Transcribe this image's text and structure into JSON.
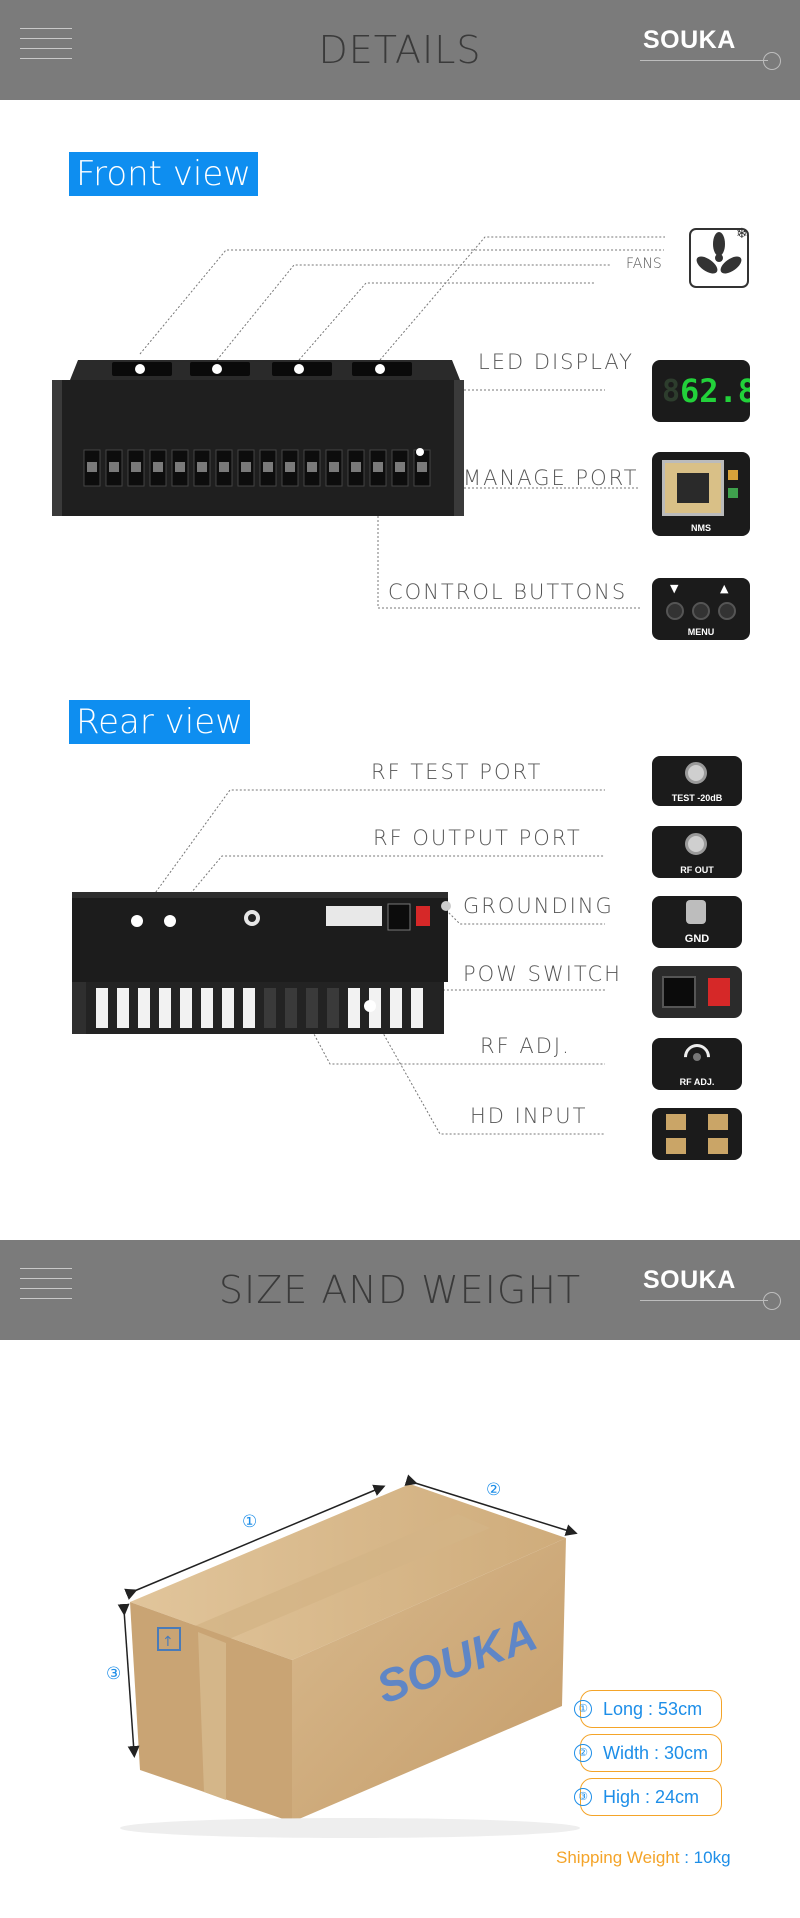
{
  "details_banner": {
    "title": "DETAILS",
    "brand": "SOUKA"
  },
  "front_view": {
    "tag": "Front view",
    "labels": {
      "fans": "FANS",
      "led_display": "LED DISPLAY",
      "manage_port": "MANAGE PORT",
      "control_buttons": "CONTROL BUTTONS"
    },
    "led_value": "62.8",
    "nms_caption": "NMS",
    "menu_caption": "MENU"
  },
  "rear_view": {
    "tag": "Rear view",
    "labels": {
      "rf_test_port": "RF TEST PORT",
      "rf_output_port": "RF OUTPUT PORT",
      "grounding": "GROUNDING",
      "pow_switch": "POW SWITCH",
      "rf_adj": "RF ADJ.",
      "hd_input": "HD INPUT"
    },
    "captions": {
      "test": "TEST -20dB",
      "rf_out": "RF OUT",
      "gnd": "GND",
      "rf_adj": "RF ADJ."
    }
  },
  "size_banner": {
    "title": "SIZE AND WEIGHT",
    "brand": "SOUKA"
  },
  "box": {
    "brand": "SOUKA",
    "markers": [
      "①",
      "②",
      "③"
    ],
    "dimensions": [
      {
        "num": "①",
        "text": "Long : 53cm"
      },
      {
        "num": "②",
        "text": "Width : 30cm"
      },
      {
        "num": "③",
        "text": "High : 24cm"
      }
    ],
    "shipping_label": "Shipping Weight",
    "shipping_value": ": 10kg"
  },
  "colors": {
    "accent": "#0e8ef0",
    "banner": "#7b7b7b",
    "orange": "#f4a429",
    "blue_text": "#1d8ee8",
    "led_green": "#22d13a"
  }
}
